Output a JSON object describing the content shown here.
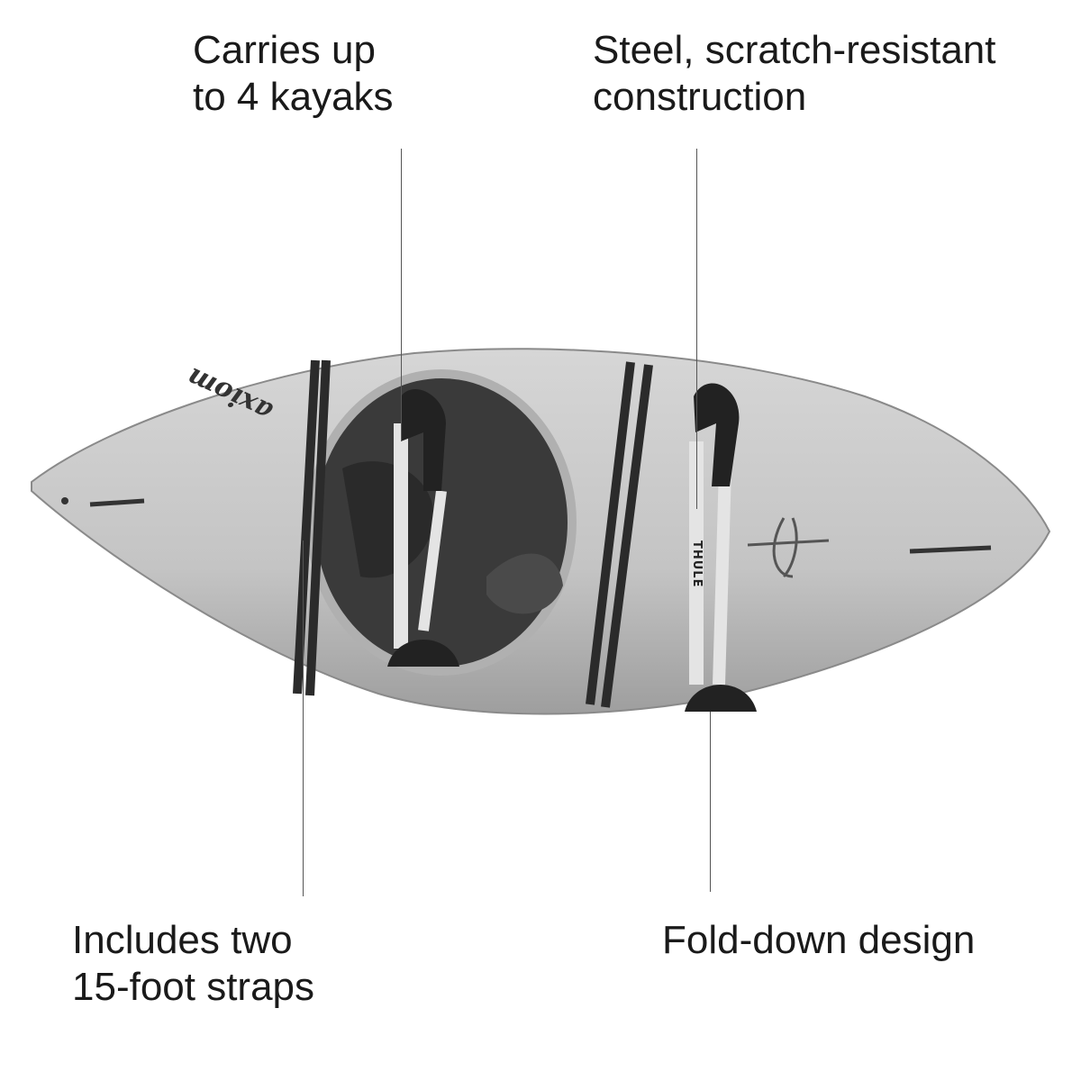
{
  "callouts": {
    "capacity": {
      "line1": "Carries up",
      "line2": "to 4 kayaks"
    },
    "material": {
      "line1": "Steel, scratch-resistant",
      "line2": "construction"
    },
    "straps": {
      "line1": "Includes two",
      "line2": "15-foot straps"
    },
    "design": {
      "line1": "Fold-down design"
    }
  },
  "image": {
    "brand_marks": [
      "THULE",
      "axiom"
    ],
    "colors": {
      "kayak": "#c9c9c9",
      "kayak_shadow": "#a8a8a8",
      "cockpit": "#3a3a3a",
      "strap": "#2b2b2b",
      "rack_bar": "#e6e6e6"
    }
  }
}
